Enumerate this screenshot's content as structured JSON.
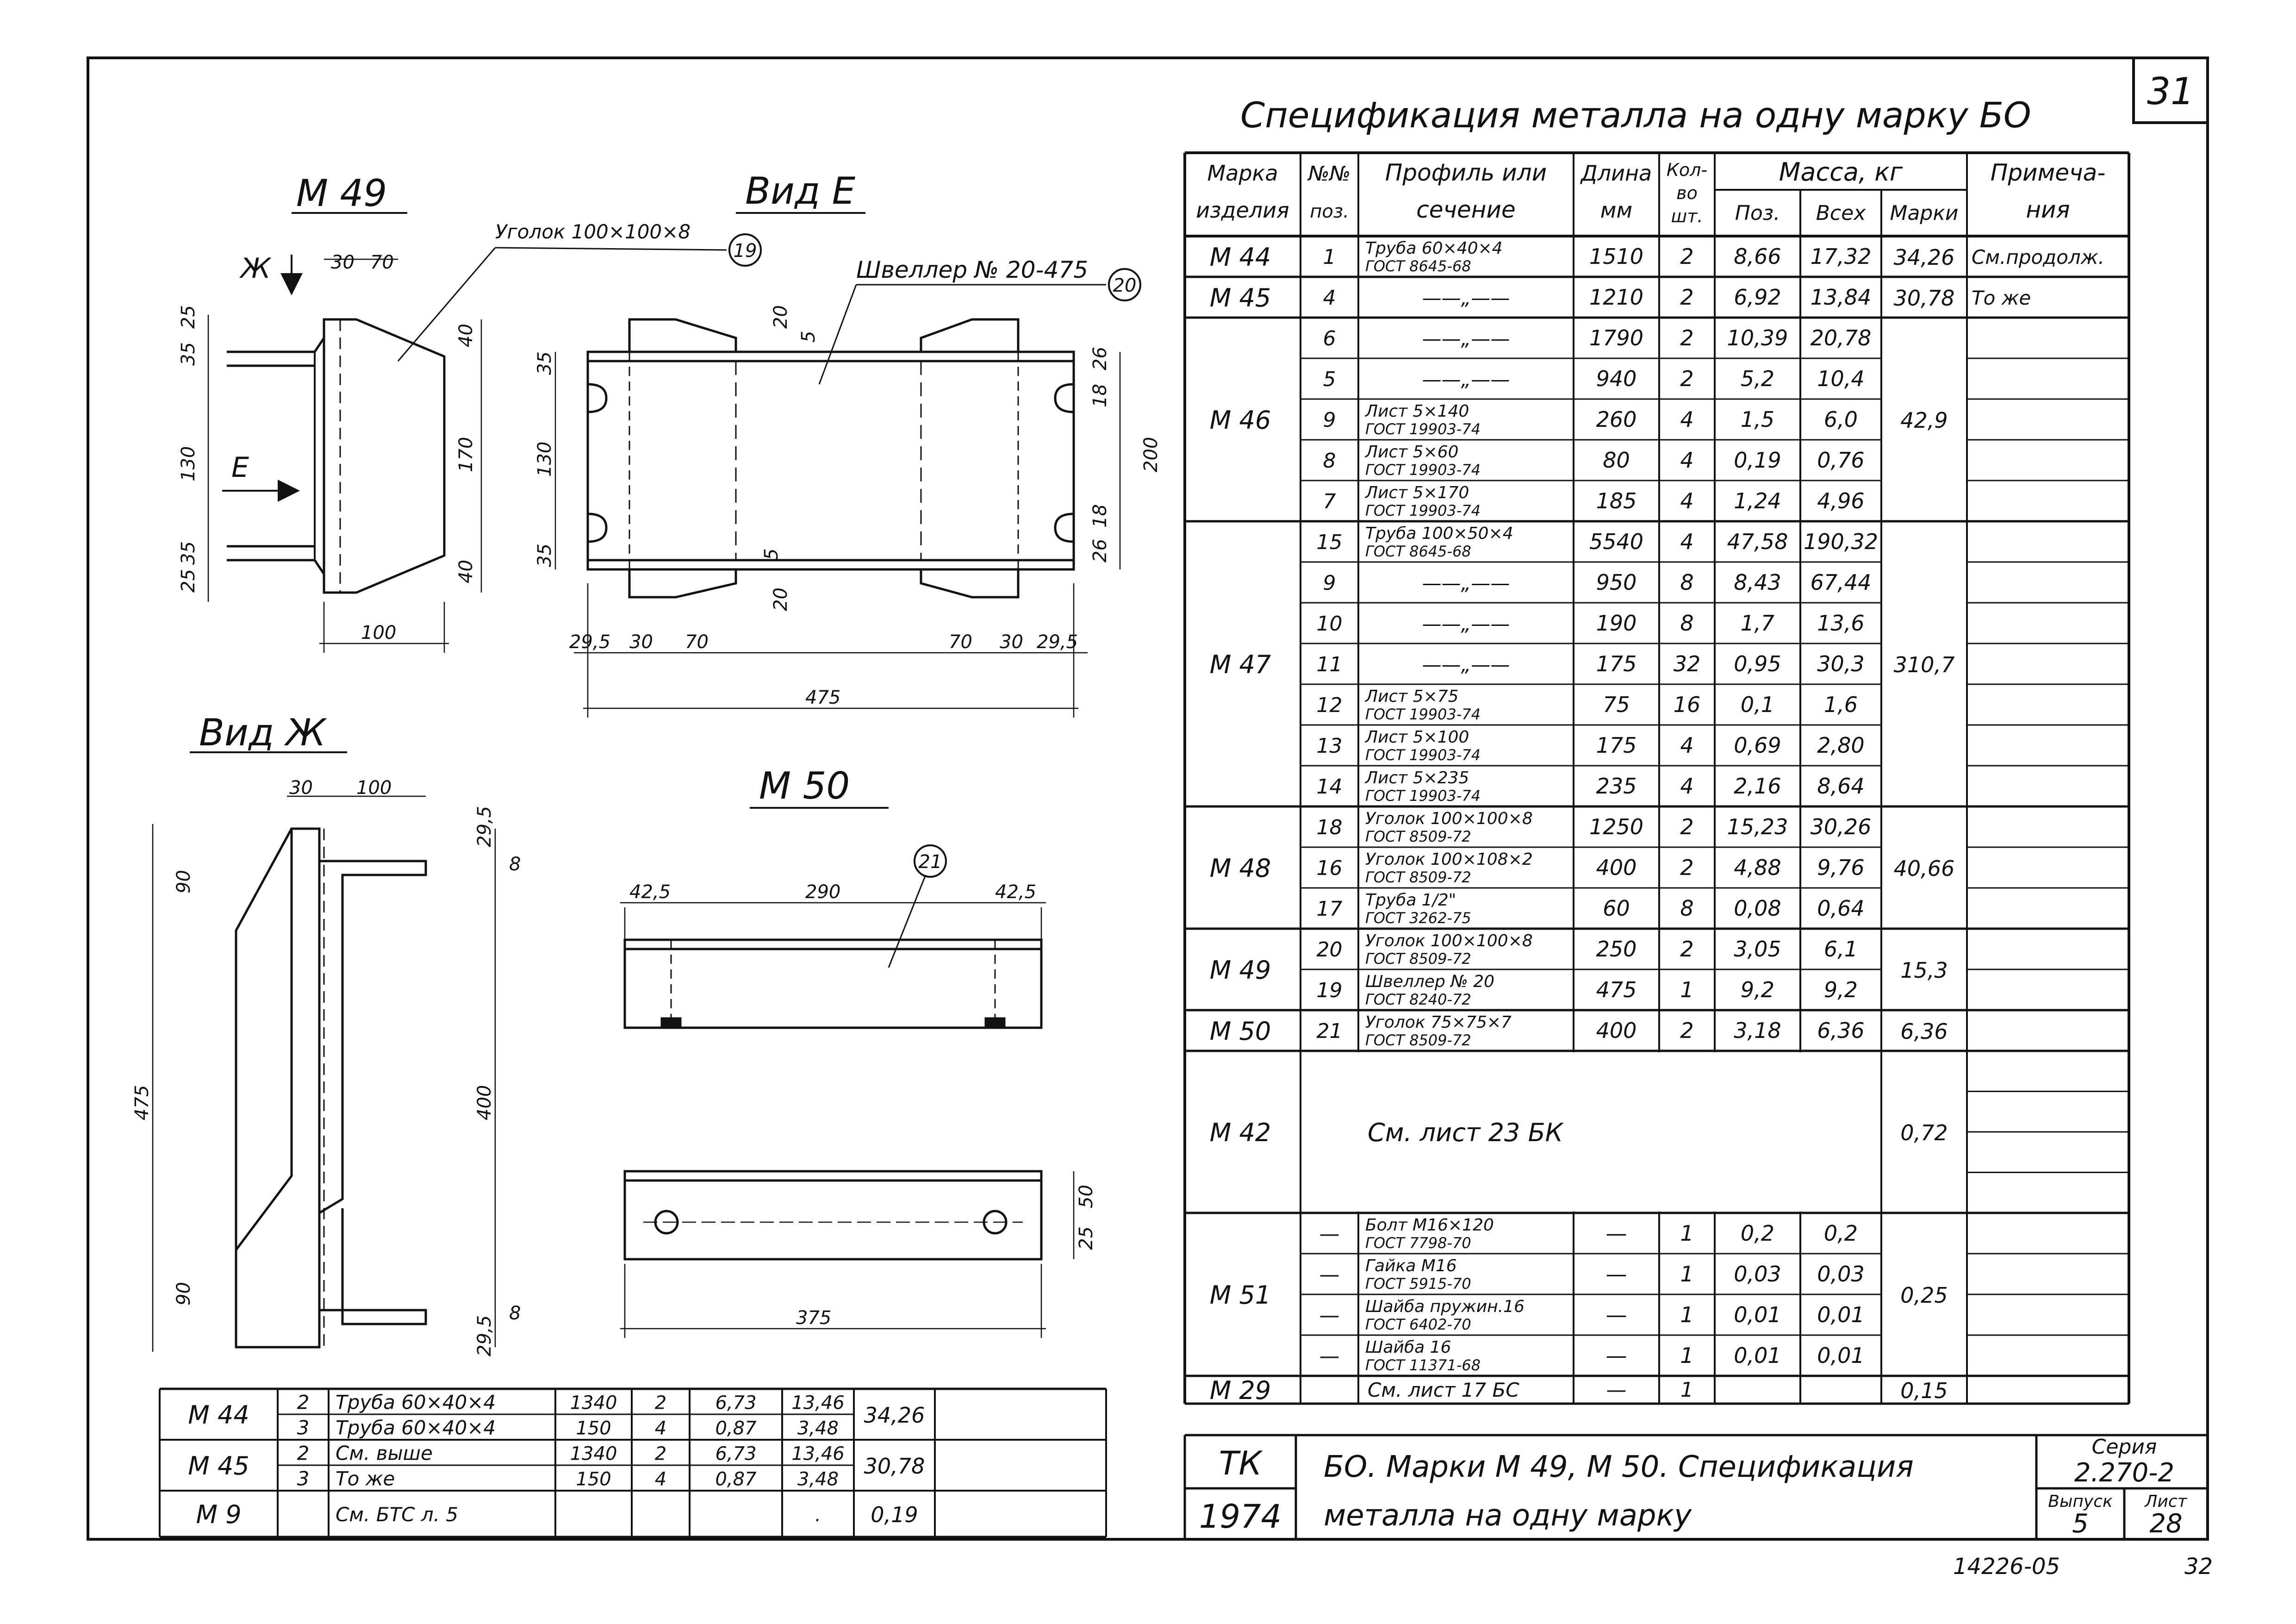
{
  "sheet_corner_number": "31",
  "spec_title": "Спецификация металла на одну марку БО",
  "views": {
    "m49": {
      "title": "М 49",
      "angle_label": "Уголок 100×100×8",
      "angle_pos": "19",
      "arrow_zh": "Ж",
      "arrow_e": "Е",
      "dims": [
        "30",
        "70",
        "25",
        "35",
        "130",
        "35",
        "25",
        "40",
        "170",
        "40",
        "100"
      ]
    },
    "vid_e": {
      "title": "Вид Е",
      "channel_label": "Швеллер № 20-475",
      "channel_pos": "20",
      "dims": [
        "35",
        "130",
        "35",
        "200",
        "26",
        "18",
        "18",
        "26",
        "20",
        "20",
        "5",
        "5",
        "29,5",
        "30",
        "70",
        "70",
        "30",
        "29,5",
        "475"
      ]
    },
    "vid_zh": {
      "title": "Вид Ж",
      "dims": [
        "30",
        "100",
        "29,5",
        "8",
        "90",
        "475",
        "400",
        "90",
        "8",
        "29,5"
      ]
    },
    "m50": {
      "title": "М 50",
      "pos": "21",
      "dims": [
        "42,5",
        "290",
        "42,5",
        "50",
        "25",
        "375"
      ]
    }
  },
  "spec_table": {
    "headers": {
      "mark": "Марка изделия",
      "pos": "№№ поз.",
      "profile": "Профиль или сечение",
      "length": "Длина мм",
      "qty": "Кол-во шт.",
      "mass": "Масса, кг",
      "mass_pos": "Поз.",
      "mass_all": "Всех",
      "mass_mark": "Марки",
      "note": "Примечания"
    },
    "groups": [
      {
        "mark": "М 44",
        "mark_mass": "34,26",
        "rows": [
          {
            "pos": "1",
            "profile": [
              "Труба 60×40×4",
              "ГОСТ 8645-68"
            ],
            "len": "1510",
            "qty": "2",
            "mp": "8,66",
            "ma": "17,32",
            "note": "См.продолж."
          }
        ]
      },
      {
        "mark": "М 45",
        "mark_mass": "30,78",
        "rows": [
          {
            "pos": "4",
            "profile": [
              "——„——"
            ],
            "len": "1210",
            "qty": "2",
            "mp": "6,92",
            "ma": "13,84",
            "note": "То же"
          }
        ]
      },
      {
        "mark": "М 46",
        "mark_mass": "42,9",
        "rows": [
          {
            "pos": "6",
            "profile": [
              "——„——"
            ],
            "len": "1790",
            "qty": "2",
            "mp": "10,39",
            "ma": "20,78",
            "note": ""
          },
          {
            "pos": "5",
            "profile": [
              "——„——"
            ],
            "len": "940",
            "qty": "2",
            "mp": "5,2",
            "ma": "10,4",
            "note": ""
          },
          {
            "pos": "9",
            "profile": [
              "Лист 5×140",
              "ГОСТ 19903-74"
            ],
            "len": "260",
            "qty": "4",
            "mp": "1,5",
            "ma": "6,0",
            "note": ""
          },
          {
            "pos": "8",
            "profile": [
              "Лист 5×60",
              "ГОСТ 19903-74"
            ],
            "len": "80",
            "qty": "4",
            "mp": "0,19",
            "ma": "0,76",
            "note": ""
          },
          {
            "pos": "7",
            "profile": [
              "Лист 5×170",
              "ГОСТ 19903-74"
            ],
            "len": "185",
            "qty": "4",
            "mp": "1,24",
            "ma": "4,96",
            "note": ""
          }
        ]
      },
      {
        "mark": "М 47",
        "mark_mass": "310,7",
        "rows": [
          {
            "pos": "15",
            "profile": [
              "Труба 100×50×4",
              "ГОСТ 8645-68"
            ],
            "len": "5540",
            "qty": "4",
            "mp": "47,58",
            "ma": "190,32",
            "note": ""
          },
          {
            "pos": "9",
            "profile": [
              "——„——"
            ],
            "len": "950",
            "qty": "8",
            "mp": "8,43",
            "ma": "67,44",
            "note": ""
          },
          {
            "pos": "10",
            "profile": [
              "——„——"
            ],
            "len": "190",
            "qty": "8",
            "mp": "1,7",
            "ma": "13,6",
            "note": ""
          },
          {
            "pos": "11",
            "profile": [
              "——„——"
            ],
            "len": "175",
            "qty": "32",
            "mp": "0,95",
            "ma": "30,3",
            "note": ""
          },
          {
            "pos": "12",
            "profile": [
              "Лист 5×75",
              "ГОСТ 19903-74"
            ],
            "len": "75",
            "qty": "16",
            "mp": "0,1",
            "ma": "1,6",
            "note": ""
          },
          {
            "pos": "13",
            "profile": [
              "Лист 5×100",
              "ГОСТ 19903-74"
            ],
            "len": "175",
            "qty": "4",
            "mp": "0,69",
            "ma": "2,80",
            "note": ""
          },
          {
            "pos": "14",
            "profile": [
              "Лист 5×235",
              "ГОСТ 19903-74"
            ],
            "len": "235",
            "qty": "4",
            "mp": "2,16",
            "ma": "8,64",
            "note": ""
          }
        ]
      },
      {
        "mark": "М 48",
        "mark_mass": "40,66",
        "rows": [
          {
            "pos": "18",
            "profile": [
              "Уголок 100×100×8",
              "ГОСТ 8509-72"
            ],
            "len": "1250",
            "qty": "2",
            "mp": "15,23",
            "ma": "30,26",
            "note": ""
          },
          {
            "pos": "16",
            "profile": [
              "Уголок 100×108×2",
              "ГОСТ 8509-72"
            ],
            "len": "400",
            "qty": "2",
            "mp": "4,88",
            "ma": "9,76",
            "note": ""
          },
          {
            "pos": "17",
            "profile": [
              "Труба 1/2\"",
              "ГОСТ 3262-75"
            ],
            "len": "60",
            "qty": "8",
            "mp": "0,08",
            "ma": "0,64",
            "note": ""
          }
        ]
      },
      {
        "mark": "М 49",
        "mark_mass": "15,3",
        "rows": [
          {
            "pos": "20",
            "profile": [
              "Уголок 100×100×8",
              "ГОСТ 8509-72"
            ],
            "len": "250",
            "qty": "2",
            "mp": "3,05",
            "ma": "6,1",
            "note": ""
          },
          {
            "pos": "19",
            "profile": [
              "Швеллер № 20",
              "ГОСТ 8240-72"
            ],
            "len": "475",
            "qty": "1",
            "mp": "9,2",
            "ma": "9,2",
            "note": ""
          }
        ]
      },
      {
        "mark": "М 50",
        "mark_mass": "6,36",
        "rows": [
          {
            "pos": "21",
            "profile": [
              "Уголок 75×75×7",
              "ГОСТ 8509-72"
            ],
            "len": "400",
            "qty": "2",
            "mp": "3,18",
            "ma": "6,36",
            "note": ""
          }
        ]
      },
      {
        "mark": "М 42",
        "mark_mass": "0,72",
        "merged_text": "См. лист 23 БК",
        "rows": []
      },
      {
        "mark": "М 51",
        "mark_mass": "0,25",
        "rows": [
          {
            "pos": "—",
            "profile": [
              "Болт М16×120",
              "ГОСТ 7798-70"
            ],
            "len": "—",
            "qty": "1",
            "mp": "0,2",
            "ma": "0,2",
            "note": ""
          },
          {
            "pos": "—",
            "profile": [
              "Гайка М16",
              "ГОСТ 5915-70"
            ],
            "len": "—",
            "qty": "1",
            "mp": "0,03",
            "ma": "0,03",
            "note": ""
          },
          {
            "pos": "—",
            "profile": [
              "Шайба пружин.16",
              "ГОСТ 6402-70"
            ],
            "len": "—",
            "qty": "1",
            "mp": "0,01",
            "ma": "0,01",
            "note": ""
          },
          {
            "pos": "—",
            "profile": [
              "Шайба 16",
              "ГОСТ 11371-68"
            ],
            "len": "—",
            "qty": "1",
            "mp": "0,01",
            "ma": "0,01",
            "note": ""
          }
        ]
      },
      {
        "mark": "М 29",
        "mark_mass": "0,15",
        "merged_row": {
          "profile": "См. лист 17 БС",
          "len": "—",
          "qty": "1"
        },
        "rows": []
      }
    ]
  },
  "bottom_table": {
    "groups": [
      {
        "mark": "М 44",
        "mark_mass": "34,26",
        "rows": [
          {
            "pos": "2",
            "profile": "Труба 60×40×4",
            "len": "1340",
            "qty": "2",
            "mp": "6,73",
            "ma": "13,46"
          },
          {
            "pos": "3",
            "profile": "Труба 60×40×4",
            "len": "150",
            "qty": "4",
            "mp": "0,87",
            "ma": "3,48"
          }
        ]
      },
      {
        "mark": "М 45",
        "mark_mass": "30,78",
        "rows": [
          {
            "pos": "2",
            "profile": "См. выше",
            "len": "1340",
            "qty": "2",
            "mp": "6,73",
            "ma": "13,46"
          },
          {
            "pos": "3",
            "profile": "То же",
            "len": "150",
            "qty": "4",
            "mp": "0,87",
            "ma": "3,48"
          }
        ]
      },
      {
        "mark": "М 9",
        "mark_mass": "0,19",
        "rows": [
          {
            "pos": "",
            "profile": "См. БТС л. 5",
            "len": "",
            "qty": "",
            "mp": "",
            "ma": "."
          }
        ]
      }
    ]
  },
  "title_block": {
    "org": "ТК",
    "year": "1974",
    "title_line1": "БО. Марки М 49, М 50. Спецификация",
    "title_line2": "металла на одну марку",
    "seria_label": "Серия",
    "seria": "2.270-2",
    "vypusk_label": "Выпуск",
    "vypusk": "5",
    "list_label": "Лист",
    "list": "28"
  },
  "footer": {
    "code": "14226-05",
    "page": "32"
  }
}
